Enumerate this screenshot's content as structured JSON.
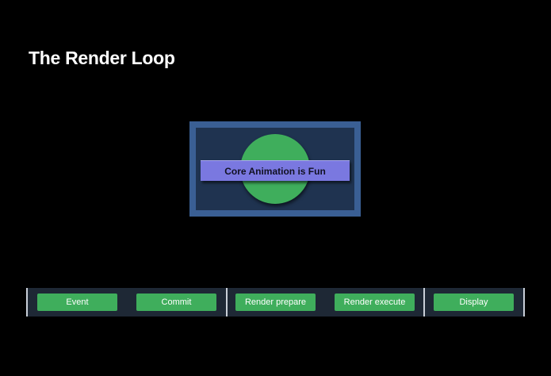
{
  "slide": {
    "title": "The Render Loop"
  },
  "demo": {
    "banner_text": "Core Animation is Fun"
  },
  "pipeline": {
    "stages": [
      {
        "label": "Event"
      },
      {
        "label": "Commit"
      },
      {
        "label": "Render prepare"
      },
      {
        "label": "Render execute"
      },
      {
        "label": "Display"
      }
    ]
  },
  "colors": {
    "background": "#000000",
    "frame_border": "#3a5f94",
    "frame_fill": "#1f3350",
    "circle": "#3fae5c",
    "banner": "#7a78e0",
    "stage": "#3fae5c",
    "pipeline_bar": "#1e2835",
    "divider": "#c9cfd8"
  }
}
